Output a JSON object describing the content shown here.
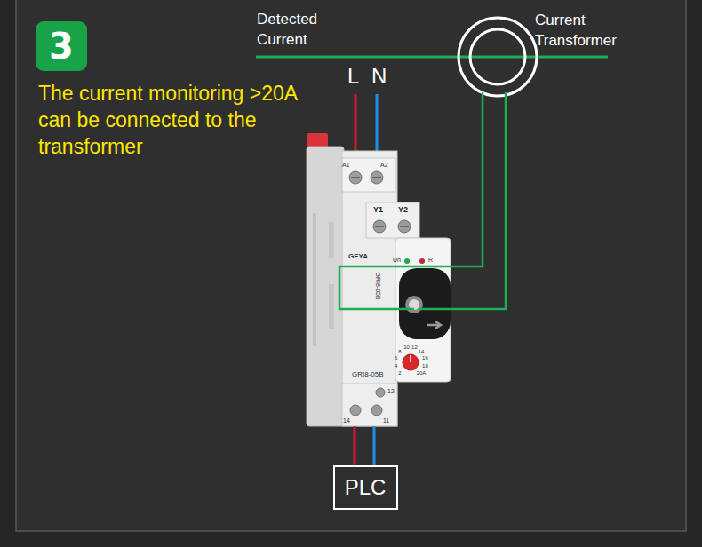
{
  "diagram": {
    "nodes": [
      {
        "text": [
          "3"
        ]
      },
      {
        "text": [
          "GRI8-05B"
        ]
      },
      {
        "text": [
          "PLC"
        ]
      }
    ],
    "edges": [
      {
        "from": 1,
        "to": 2,
        "arrow": "none"
      },
      {
        "from": 1,
        "to": 2,
        "arrow": "none"
      }
    ],
    "labels": [
      "Detected Current",
      "Current Transformer",
      "The current monitoring >20A can be connected to the transformer",
      "L",
      "N",
      "A1",
      "A2",
      "Y1",
      "Y2",
      "GEYA",
      "Un",
      "R",
      "GRI8-05B",
      "2",
      "4",
      "6",
      "8",
      "10",
      "12",
      "14",
      "16",
      "18",
      "20A",
      "12",
      "14",
      "11"
    ]
  }
}
